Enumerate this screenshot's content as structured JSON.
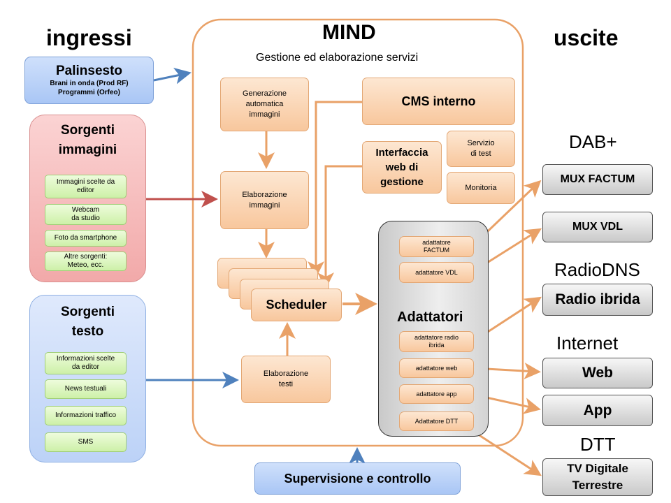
{
  "headings": {
    "inputs": "ingressi",
    "outputs": "uscite"
  },
  "mind": {
    "title": "MIND",
    "subtitle": "Gestione ed elaborazione servizi"
  },
  "palinsesto": {
    "title": "Palinsesto",
    "line1": "Brani in onda (Prod RF)",
    "line2": "Programmi (Orfeo)"
  },
  "image_sources": {
    "title_line1": "Sorgenti",
    "title_line2": "immagini",
    "items": [
      {
        "line1": "Immagini scelte da",
        "line2": "editor"
      },
      {
        "line1": "Webcam",
        "line2": "da studio"
      },
      {
        "line1": "Foto da smartphone",
        "line2": ""
      },
      {
        "line1": "Altre sorgenti:",
        "line2": "Meteo, ecc."
      }
    ]
  },
  "text_sources": {
    "title_line1": "Sorgenti",
    "title_line2": "testo",
    "items": [
      {
        "line1": "Informazioni scelte",
        "line2": "da editor"
      },
      {
        "line1": "News testuali",
        "line2": ""
      },
      {
        "line1": "Informazioni traffico",
        "line2": ""
      },
      {
        "line1": "SMS",
        "line2": ""
      }
    ]
  },
  "processing": {
    "gen_images": {
      "line1": "Generazione",
      "line2": "automatica",
      "line3": "immagini"
    },
    "elab_images": {
      "line1": "Elaborazione",
      "line2": "immagini"
    },
    "elab_text": {
      "line1": "Elaborazione",
      "line2": "testi"
    },
    "scheduler": "Scheduler",
    "cms": "CMS interno",
    "web_iface": {
      "line1": "Interfaccia",
      "line2": "web di",
      "line3": "gestione"
    },
    "test_service": {
      "line1": "Servizio",
      "line2": "di test"
    },
    "monitoring": "Monitoria"
  },
  "adapters": {
    "title": "Adattatori",
    "items": [
      {
        "line1": "adattatore",
        "line2": "FACTUM"
      },
      {
        "line1": "adattatore VDL",
        "line2": ""
      },
      {
        "line1": "adattatore radio",
        "line2": "ibrida"
      },
      {
        "line1": "adattatore web",
        "line2": ""
      },
      {
        "line1": "adattatore app",
        "line2": ""
      },
      {
        "line1": "Adattatore DTT",
        "line2": ""
      }
    ]
  },
  "output_groups": {
    "dab": "DAB+",
    "radiodns": "RadioDNS",
    "internet": "Internet",
    "dtt": "DTT"
  },
  "outputs": {
    "mux_factum": "MUX FACTUM",
    "mux_vdl": "MUX VDL",
    "radio_ibrida": "Radio ibrida",
    "web": "Web",
    "app": "App",
    "tv_line1": "TV Digitale",
    "tv_line2": "Terrestre"
  },
  "supervision": "Supervisione e controllo",
  "colors": {
    "orange_arrow": "#e9a167",
    "blue_arrow": "#4f81bd",
    "red_arrow": "#c0504d",
    "mind_border": "#e9a167"
  }
}
